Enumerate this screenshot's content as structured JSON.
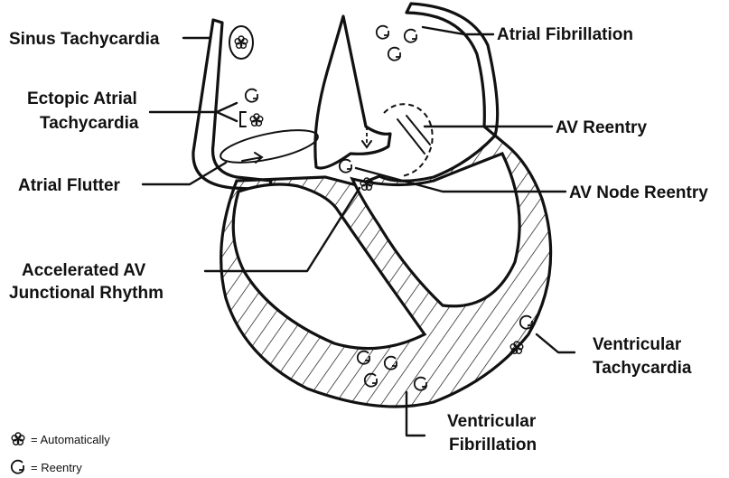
{
  "labels": {
    "sinus_tachycardia": "Sinus Tachycardia",
    "ectopic_atrial_1": "Ectopic Atrial",
    "ectopic_atrial_2": "Tachycardia",
    "atrial_flutter": "Atrial Flutter",
    "accelerated_av_1": "Accelerated AV",
    "accelerated_av_2": "Junctional Rhythm",
    "atrial_fibrillation": "Atrial Fibrillation",
    "av_reentry": "AV Reentry",
    "av_node_reentry": "AV Node Reentry",
    "ventricular_tachycardia_1": "Ventricular",
    "ventricular_tachycardia_2": "Tachycardia",
    "ventricular_fibrillation_1": "Ventricular",
    "ventricular_fibrillation_2": "Fibrillation"
  },
  "legend": {
    "automaticity": "= Automatically",
    "reentry": "= Reentry"
  },
  "icons": {
    "automaticity_symbol": "asterisk-flower-icon",
    "reentry_symbol": "reentry-arrow-icon"
  }
}
